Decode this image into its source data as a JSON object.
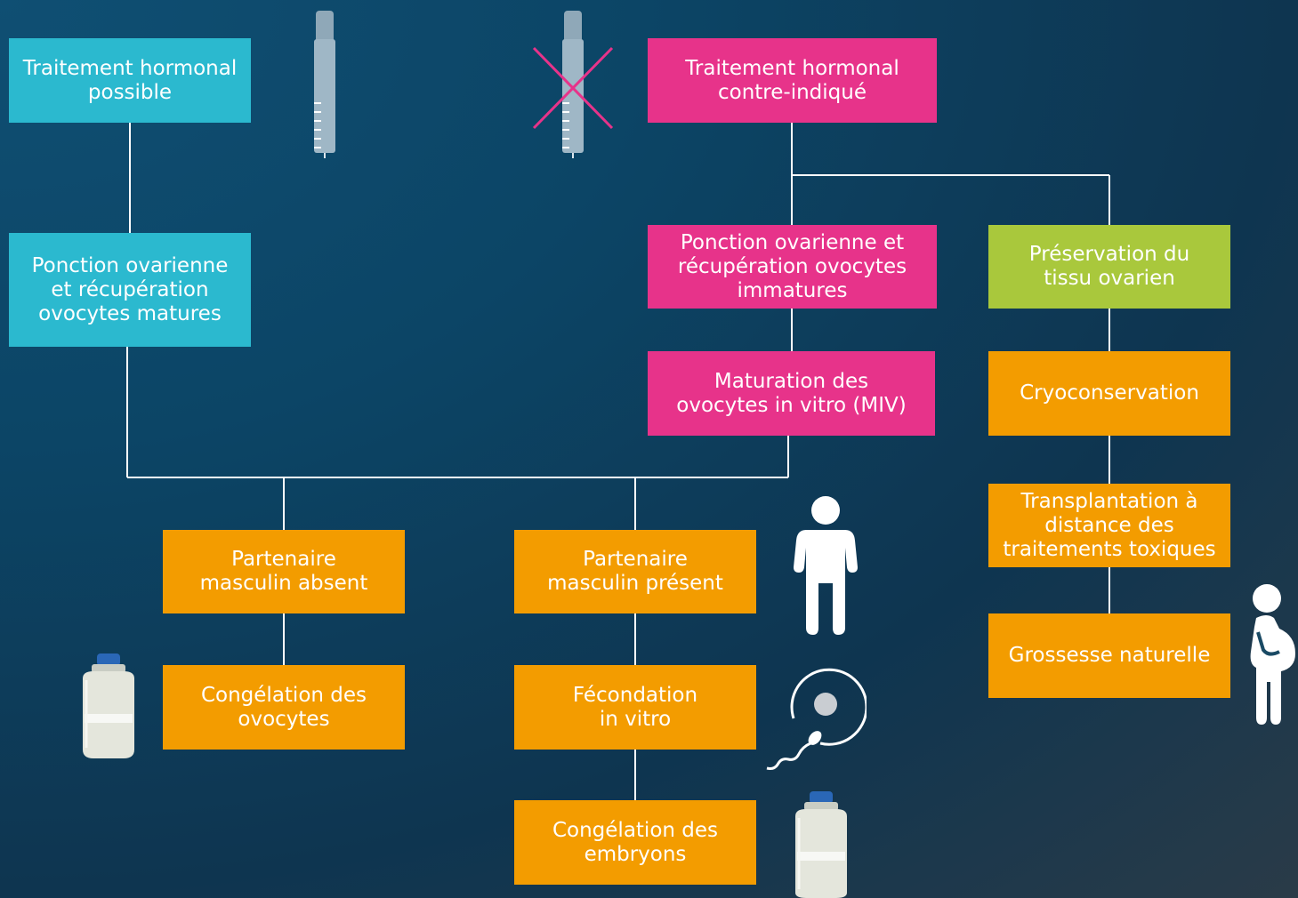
{
  "nodes": {
    "hormonal_possible": "Traitement hormonal\npossible",
    "hormonal_contra": "Traitement hormonal\ncontre-indiqué",
    "ponction_matures": "Ponction ovarienne\net récupération\novocytes matures",
    "ponction_immatures": "Ponction ovarienne et\nrécupération ovocytes\nimmatures",
    "preservation_tissu": "Préservation du\ntissu ovarien",
    "maturation_miv": "Maturation des\novocytes in vitro (MIV)",
    "cryoconservation": "Cryoconservation",
    "partenaire_absent": "Partenaire\nmasculin absent",
    "partenaire_present": "Partenaire\nmasculin présent",
    "transplantation": "Transplantation à\ndistance des\ntraitements toxiques",
    "grossesse": "Grossesse naturelle",
    "congelation_ovocytes": "Congélation des\novocytes",
    "fecondation": "Fécondation\nin vitro",
    "congelation_embryons": "Congélation des\nembryons"
  },
  "icons": [
    "syringe-icon",
    "crossed-syringe-icon",
    "man-icon",
    "pregnant-woman-icon",
    "cryo-tank-icon",
    "sperm-egg-icon"
  ],
  "colors": {
    "cyan": "#2bb9cf",
    "pink": "#e7338a",
    "green": "#a9c83c",
    "orange": "#f39c00",
    "line": "#ffffff"
  }
}
